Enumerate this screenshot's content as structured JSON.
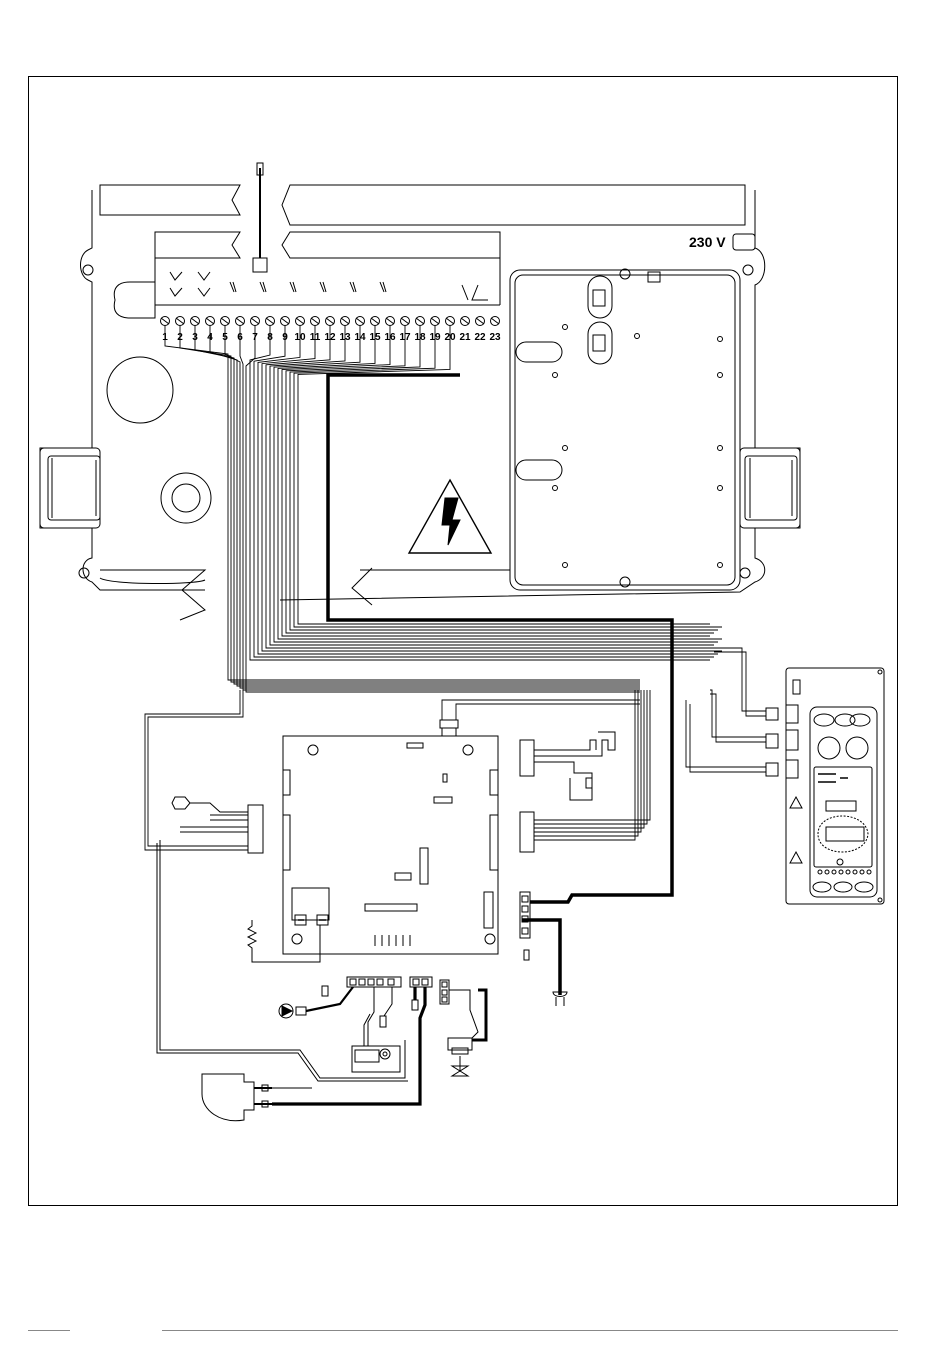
{
  "terminal_block": {
    "voltage_label": "230 V",
    "terminals": [
      "1",
      "2",
      "3",
      "4",
      "5",
      "6",
      "7",
      "8",
      "9",
      "10",
      "11",
      "12",
      "13",
      "14",
      "15",
      "16",
      "17",
      "18",
      "19",
      "20",
      "21",
      "22",
      "23"
    ]
  },
  "symbols": {
    "high_voltage": "warning-triangle-bolt",
    "panel_warning": "warning-triangle"
  },
  "colors": {
    "line": "#000000",
    "background": "#ffffff",
    "rule": "#888888"
  }
}
